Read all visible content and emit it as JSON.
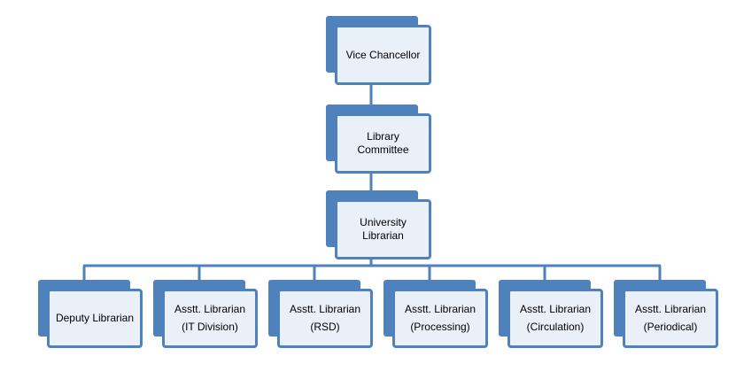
{
  "colors": {
    "line": "#4f81bd",
    "box_back": "#4f81bd",
    "box_fill": "#eaf0f8",
    "text": "#000000"
  },
  "nodes": {
    "vice_chancellor": {
      "lines": [
        "Vice Chancellor"
      ]
    },
    "library_committee": {
      "lines": [
        "Library",
        "Committee"
      ]
    },
    "university_librarian": {
      "lines": [
        "University",
        "Librarian"
      ]
    },
    "deputy_librarian": {
      "lines": [
        "Deputy Librarian"
      ]
    },
    "asst_it": {
      "lines": [
        "Asstt. Librarian",
        "(IT Division)"
      ]
    },
    "asst_rsd": {
      "lines": [
        "Asstt. Librarian",
        "(RSD)"
      ]
    },
    "asst_processing": {
      "lines": [
        "Asstt. Librarian",
        "(Processing)"
      ]
    },
    "asst_circulation": {
      "lines": [
        "Asstt. Librarian",
        "(Circulation)"
      ]
    },
    "asst_periodical": {
      "lines": [
        "Asstt. Librarian",
        "(Periodical)"
      ]
    }
  }
}
